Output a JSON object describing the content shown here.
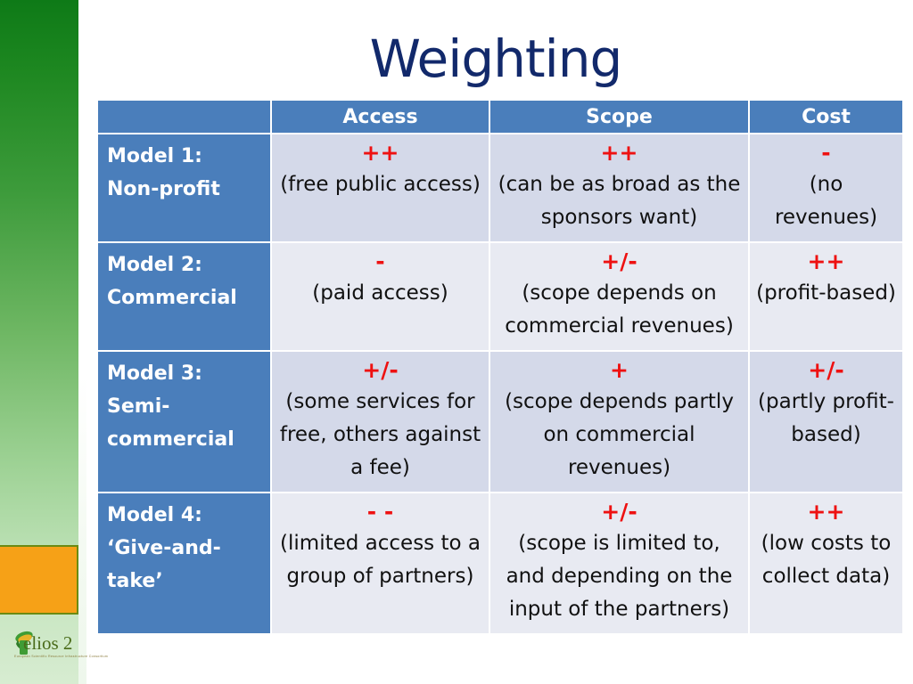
{
  "slide": {
    "title": "Weighting"
  },
  "branding": {
    "logo_text": "elios 2",
    "logo_subtitle": "European Scientific Resource Infrastructure Consortium",
    "logo_icon": "green-leaf-icon",
    "accent_green": "#0e7a17",
    "accent_orange": "#f6a117",
    "accent_olive": "#6b8b12"
  },
  "colors": {
    "header_blue": "#4a7ebb",
    "band_dark": "#d4d9e9",
    "band_light": "#e8eaf2",
    "symbol_red": "#ee1111",
    "title_navy": "#12296b"
  },
  "table": {
    "columns": [
      "",
      "Access",
      "Scope",
      "Cost"
    ],
    "rows": [
      {
        "label": "Model 1:\nNon-profit",
        "label_lines": [
          "Model 1:",
          "Non-profit"
        ],
        "cells": [
          {
            "symbol": "++",
            "desc": "(free public access)"
          },
          {
            "symbol": "++",
            "desc": "(can be as broad as the sponsors want)"
          },
          {
            "symbol": "-",
            "desc": "(no revenues)"
          }
        ]
      },
      {
        "label": "Model 2:\nCommercial",
        "label_lines": [
          "Model 2:",
          "Commercial"
        ],
        "cells": [
          {
            "symbol": "-",
            "desc": "(paid access)"
          },
          {
            "symbol": "+/-",
            "desc": "(scope depends on commercial revenues)"
          },
          {
            "symbol": "++",
            "desc": "(profit-based)"
          }
        ]
      },
      {
        "label": "Model 3:\nSemi-commercial",
        "label_lines": [
          "Model 3:",
          "Semi-",
          "commercial"
        ],
        "cells": [
          {
            "symbol": "+/-",
            "desc": "(some services for free, others against a fee)"
          },
          {
            "symbol": "+",
            "desc": "(scope depends partly on commercial revenues)"
          },
          {
            "symbol": "+/-",
            "desc": "(partly profit-based)"
          }
        ]
      },
      {
        "label": "Model 4: ‘Give-and-take’",
        "label_lines": [
          "Model 4:",
          "‘Give-and-",
          "take’"
        ],
        "cells": [
          {
            "symbol": "- -",
            "desc": "(limited access to a group of partners)"
          },
          {
            "symbol": "+/-",
            "desc": "(scope is limited to, and depending on the input of the partners)"
          },
          {
            "symbol": "++",
            "desc": "(low costs to collect data)"
          }
        ]
      }
    ]
  }
}
